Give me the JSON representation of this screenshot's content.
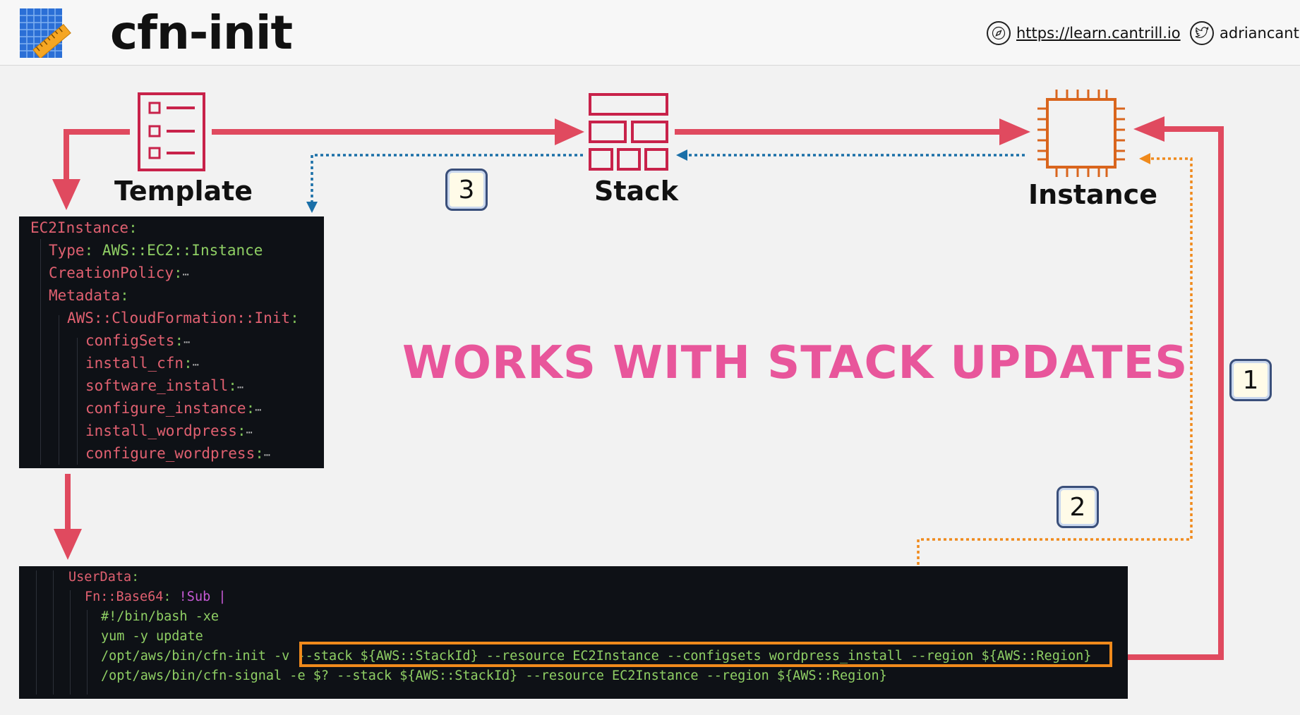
{
  "header": {
    "title": "cfn-init",
    "link_url_text": "https://learn.cantrill.io",
    "link_social_text": "adriancantr",
    "icons": [
      "compass-icon",
      "twitter-icon"
    ]
  },
  "nodes": {
    "template": "Template",
    "stack": "Stack",
    "instance": "Instance"
  },
  "badges": {
    "one": "1",
    "two": "2",
    "three": "3"
  },
  "banner": "WORKS WITH STACK UPDATES",
  "metadata_code": {
    "l1": "EC2Instance",
    "l2_key": "Type",
    "l2_val": "AWS::EC2::Instance",
    "l3": "CreationPolicy",
    "l4": "Metadata",
    "l5": "AWS::CloudFormation::Init",
    "l6": "configSets",
    "l7": "install_cfn",
    "l8": "software_install",
    "l9": "configure_instance",
    "l10": "install_wordpress",
    "l11": "configure_wordpress",
    "ellipsis": "⋯"
  },
  "userdata_code": {
    "l1": "UserData",
    "l2_key": "Fn::Base64",
    "l2_val": "!Sub |",
    "l3": "#!/bin/bash -xe",
    "l4": "yum -y update",
    "l5_pre": "/opt/aws/bin/cfn-init -v ",
    "l5_hl": "--stack ${AWS::StackId} --resource EC2Instance --configsets wordpress_install --region ${AWS::Region}",
    "l6": "/opt/aws/bin/cfn-signal -e $? --stack ${AWS::StackId} --resource EC2Instance --region ${AWS::Region}"
  },
  "colors": {
    "arrow_red": "#e04a5f",
    "dotted_blue": "#1a6fa8",
    "dotted_orange": "#f08a1c",
    "template_icon": "#c8224a",
    "instance_icon": "#d9651d",
    "banner": "#e8569b"
  }
}
